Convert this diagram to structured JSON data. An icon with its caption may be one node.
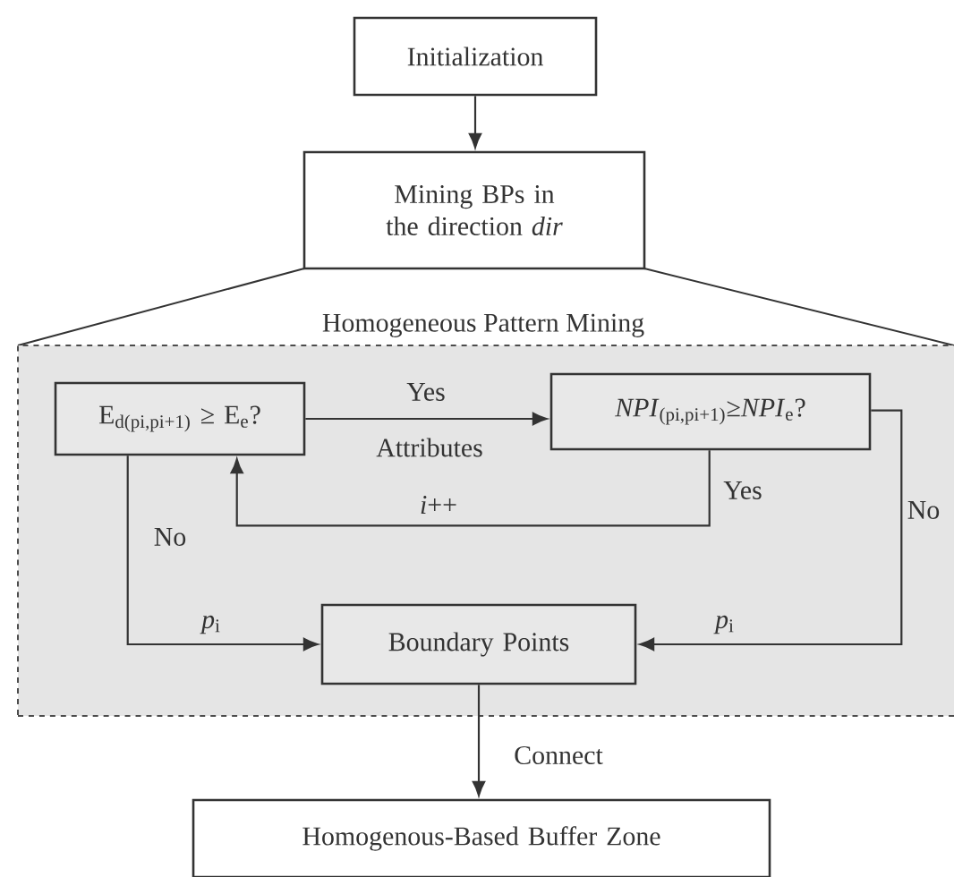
{
  "diagram": {
    "nodes": [
      {
        "text": [
          "Initialization"
        ]
      },
      {
        "text": [
          "Mining BPs in the direction *dir*"
        ]
      },
      {
        "text": [
          "Homogeneous Pattern Mining"
        ]
      },
      {
        "text": [
          "E$_{d(pi,pi+1)}$ ≥ E$_{e}$?"
        ],
        "in": 2
      },
      {
        "text": [
          "*NPI*$_{(pi,pi+1)}$≥*NPI*$_{e}$?"
        ],
        "in": 2
      },
      {
        "text": [
          "Boundary Points"
        ],
        "in": 2
      },
      {
        "text": [
          "Homogenous-Based Buffer Zone"
        ]
      }
    ],
    "edges": [
      {
        "from": 0,
        "to": 1,
        "arrow": "to"
      },
      {
        "from": 3,
        "to": 4,
        "arrow": "to",
        "label": "Yes"
      },
      {
        "from": 4,
        "to": 3,
        "arrow": "to",
        "label": "*i*++"
      },
      {
        "from": 3,
        "to": 5,
        "arrow": "to",
        "label": "*p*$_{i}$"
      },
      {
        "from": 4,
        "to": 5,
        "arrow": "to",
        "label": "*p*$_{i}$"
      },
      {
        "from": 5,
        "to": 6,
        "arrow": "to",
        "label": "Connect"
      }
    ],
    "labels": [
      "Attributes",
      "Yes",
      "No",
      "No"
    ]
  }
}
